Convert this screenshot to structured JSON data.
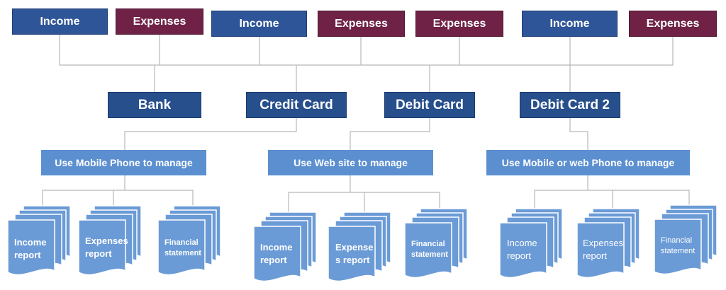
{
  "sources": [
    "Income",
    "Expenses",
    "Income",
    "Expenses",
    "Expenses",
    "Income",
    "Expenses"
  ],
  "accounts": [
    "Bank",
    "Credit Card",
    "Debit Card",
    "Debit Card 2"
  ],
  "managers": [
    "Use Mobile Phone to manage",
    "Use Web site to manage",
    "Use Mobile or web Phone to manage"
  ],
  "reports": [
    {
      "line1": "Income",
      "line2": "report"
    },
    {
      "line1": "Expenses",
      "line2": "report"
    },
    {
      "line1": "Financial",
      "line2": "statement"
    },
    {
      "line1": "Income",
      "line2": "report"
    },
    {
      "line1": "Expense",
      "line2": "s report"
    },
    {
      "line1": "Financial",
      "line2": "statement"
    },
    {
      "line1": "Income",
      "line2": "report"
    },
    {
      "line1": "Expenses",
      "line2": "report"
    },
    {
      "line1": "Financial",
      "line2": "statement"
    }
  ],
  "colors": {
    "income": "#2e5597",
    "expenses": "#6f2246",
    "account": "#274f8c",
    "manager": "#5b8fd0",
    "document": "#6b9bd6",
    "connector": "#b8b8b8"
  }
}
